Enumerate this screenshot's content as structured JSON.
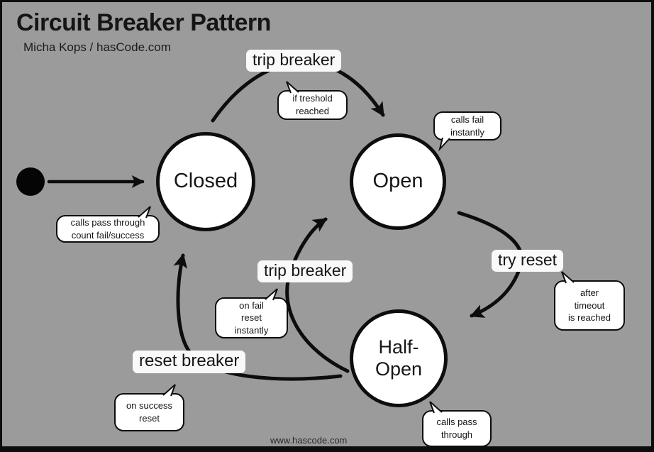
{
  "title": "Circuit Breaker Pattern",
  "subtitle": "Micha Kops / hasCode.com",
  "watermark": "www.hascode.com",
  "colors": {
    "background": "#9b9b9b",
    "stroke": "#0d0d0d",
    "node_fill": "#ffffff",
    "label_bg": "#f9f9f9"
  },
  "states": {
    "initial": {
      "label": ""
    },
    "closed": {
      "label": "Closed"
    },
    "open": {
      "label": "Open"
    },
    "half_open": {
      "label": "Half-\nOpen"
    }
  },
  "transitions": {
    "start": {
      "label": "",
      "from": "initial",
      "to": "Closed"
    },
    "trip_breaker_top": {
      "label": "trip breaker",
      "from": "Closed",
      "to": "Open"
    },
    "trip_breaker_mid": {
      "label": "trip breaker",
      "from": "Half-Open",
      "to": "Open"
    },
    "try_reset": {
      "label": "try reset",
      "from": "Open",
      "to": "Half-Open"
    },
    "reset_breaker": {
      "label": "reset breaker",
      "from": "Half-Open",
      "to": "Closed"
    }
  },
  "notes": {
    "if_treshold": {
      "text": "if treshold\nreached"
    },
    "calls_fail": {
      "text": "calls fail\ninstantly"
    },
    "calls_pass_count": {
      "text": "calls pass through\ncount fail/success"
    },
    "on_fail": {
      "text": "on fail\nreset\ninstantly"
    },
    "after_timeout": {
      "text": "after\ntimeout\nis reached"
    },
    "on_success": {
      "text": "on success\nreset"
    },
    "calls_pass": {
      "text": "calls pass\nthrough"
    }
  }
}
